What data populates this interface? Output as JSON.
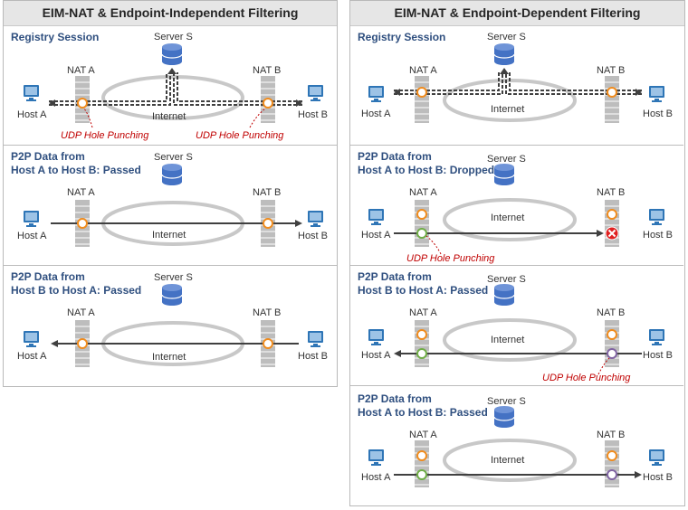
{
  "left": {
    "header": "EIM-NAT & Endpoint-Independent Filtering",
    "panels": [
      {
        "title1": "Registry Session",
        "title2": "",
        "server": "Server S",
        "nat_a": "NAT A",
        "nat_b": "NAT B",
        "host_a": "Host A",
        "host_b": "Host B",
        "internet": "Internet",
        "udp_left": "UDP Hole Punching",
        "udp_right": "UDP Hole Punching"
      },
      {
        "title1": "P2P Data from",
        "title2": "Host A to Host B: Passed",
        "server": "Server S",
        "nat_a": "NAT A",
        "nat_b": "NAT B",
        "host_a": "Host A",
        "host_b": "Host B",
        "internet": "Internet"
      },
      {
        "title1": "P2P Data from",
        "title2": "Host B to Host A: Passed",
        "server": "Server S",
        "nat_a": "NAT A",
        "nat_b": "NAT B",
        "host_a": "Host A",
        "host_b": "Host B",
        "internet": "Internet"
      }
    ]
  },
  "right": {
    "header": "EIM-NAT & Endpoint-Dependent Filtering",
    "panels": [
      {
        "title1": "Registry Session",
        "title2": "",
        "server": "Server S",
        "nat_a": "NAT A",
        "nat_b": "NAT B",
        "host_a": "Host A",
        "host_b": "Host B",
        "internet": "Internet"
      },
      {
        "title1": "P2P Data from",
        "title2": "Host A to Host B: Dropped",
        "server": "Server S",
        "nat_a": "NAT A",
        "nat_b": "NAT B",
        "host_a": "Host A",
        "host_b": "Host B",
        "internet": "Internet",
        "udp": "UDP Hole Punching"
      },
      {
        "title1": "P2P Data from",
        "title2": "Host B to Host A: Passed",
        "server": "Server S",
        "nat_a": "NAT A",
        "nat_b": "NAT B",
        "host_a": "Host A",
        "host_b": "Host B",
        "internet": "Internet",
        "udp": "UDP Hole Punching"
      },
      {
        "title1": "P2P Data from",
        "title2": "Host A to Host B: Passed",
        "server": "Server S",
        "nat_a": "NAT A",
        "nat_b": "NAT B",
        "host_a": "Host A",
        "host_b": "Host B",
        "internet": "Internet"
      }
    ]
  },
  "colors": {
    "title": "#2f4f7f",
    "udp": "#c00000",
    "pc": "#2e75b6",
    "server": "#4472c4",
    "wall": "#bdbdbd",
    "cloud": "#c8c8c8",
    "port_orange": "#f08c1e",
    "port_green": "#70ad47",
    "port_purple": "#8064a2",
    "drop": "#e02020"
  }
}
